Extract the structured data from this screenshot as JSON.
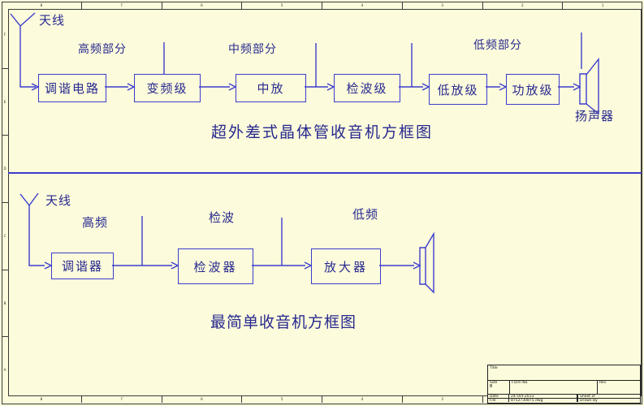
{
  "frame": {
    "top_zones": [
      "8",
      "7",
      "6",
      "5",
      "4",
      "3",
      "2",
      "1"
    ],
    "bottom_zones": [
      "8",
      "7",
      "6",
      "5",
      "4",
      "3",
      "2",
      "1"
    ],
    "left_zones": [
      "F",
      "E",
      "D",
      "C",
      "B",
      "A"
    ]
  },
  "colors": {
    "background": "#fcfcdc",
    "line_blue": "#3c3cce",
    "text_navy": "#28288f",
    "frame_dark": "#3a3a3a"
  },
  "diagram1": {
    "title": "超外差式晶体管收音机方框图",
    "antenna_label": "天线",
    "section_hf": "高频部分",
    "section_if": "中频部分",
    "section_lf": "低频部分",
    "blocks": [
      "调谐电路",
      "变频级",
      "中放",
      "检波级",
      "低放级",
      "功放级"
    ],
    "speaker_label": "扬声器"
  },
  "diagram2": {
    "title": "最简单收音机方框图",
    "antenna_label": "天线",
    "section_hf": "高频",
    "section_det": "检波",
    "section_lf": "低频",
    "blocks": [
      "调谐器",
      "检波器",
      "放大器"
    ]
  },
  "title_block": {
    "title_label": "Title",
    "size_label": "Size",
    "size_value": "B",
    "fscm_label": "Fscm No.",
    "rev_label": "Rev",
    "date_label": "Date",
    "date_value": "24-Oct-2013",
    "sheet_label": "Sheet  of",
    "file_label": "File",
    "file_value": "8752730875.dwg",
    "drawn_label": "Drawn By"
  }
}
